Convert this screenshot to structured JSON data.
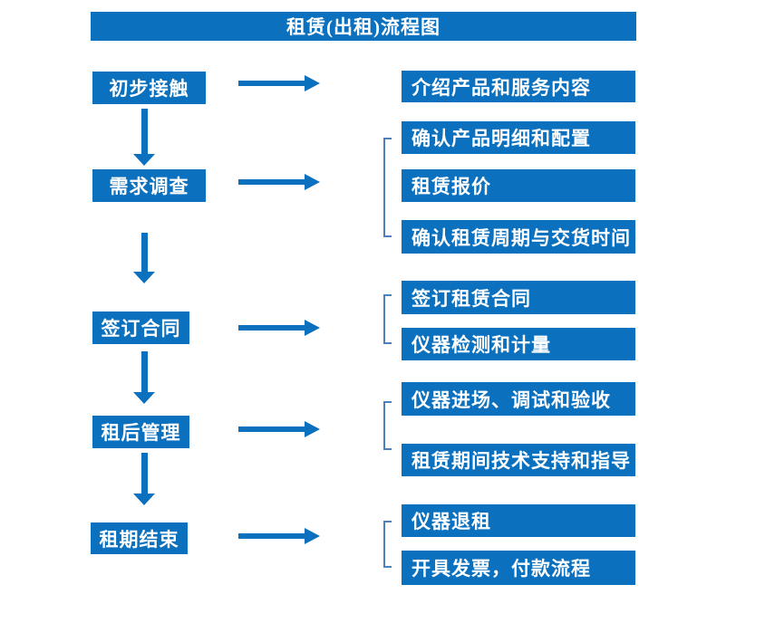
{
  "title": "租赁(出租)流程图",
  "colors": {
    "box_blue": "#0b70bd",
    "bracket_blue": "#4d7ebf",
    "text_white": "#ffffff"
  },
  "steps": [
    {
      "label": "初步接触",
      "details": [
        "介绍产品和服务内容"
      ]
    },
    {
      "label": "需求调查",
      "details": [
        "确认产品明细和配置",
        "租赁报价",
        "确认租赁周期与交货时间"
      ]
    },
    {
      "label": "签订合同",
      "details": [
        "签订租赁合同",
        "仪器检测和计量"
      ]
    },
    {
      "label": "租后管理",
      "details": [
        "仪器进场、调试和验收",
        "租赁期间技术支持和指导"
      ]
    },
    {
      "label": "租期结束",
      "details": [
        "仪器退租",
        "开具发票，付款流程"
      ]
    }
  ]
}
